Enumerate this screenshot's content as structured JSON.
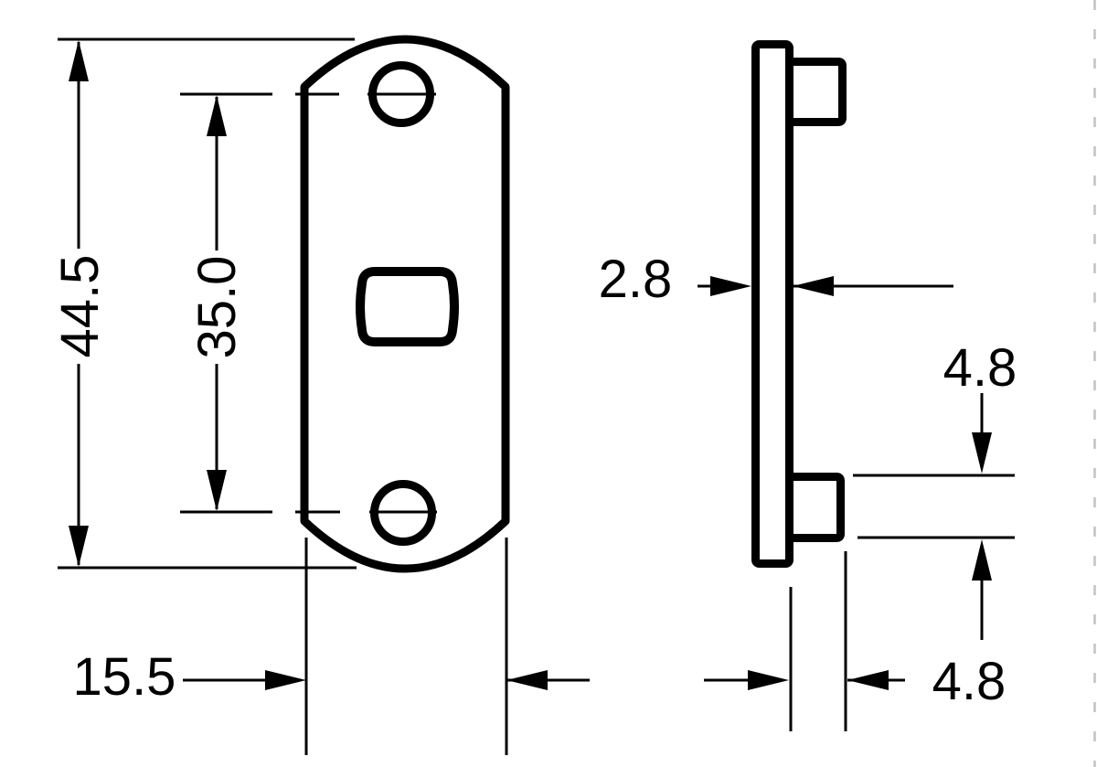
{
  "page": {
    "background_color": "#ffffff",
    "line_color": "#000000",
    "page_edge_dash_color": "#c2c2c2",
    "drawing_kind": "two-view technical dimension drawing of a plate"
  },
  "front_view": {
    "overall_height_label": "44.5",
    "hole_spacing_label": "35.0",
    "plate_width_label": "15.5"
  },
  "side_view": {
    "plate_thickness_label": "2.8",
    "tab_height_label": "4.8",
    "tab_depth_label": "4.8"
  }
}
